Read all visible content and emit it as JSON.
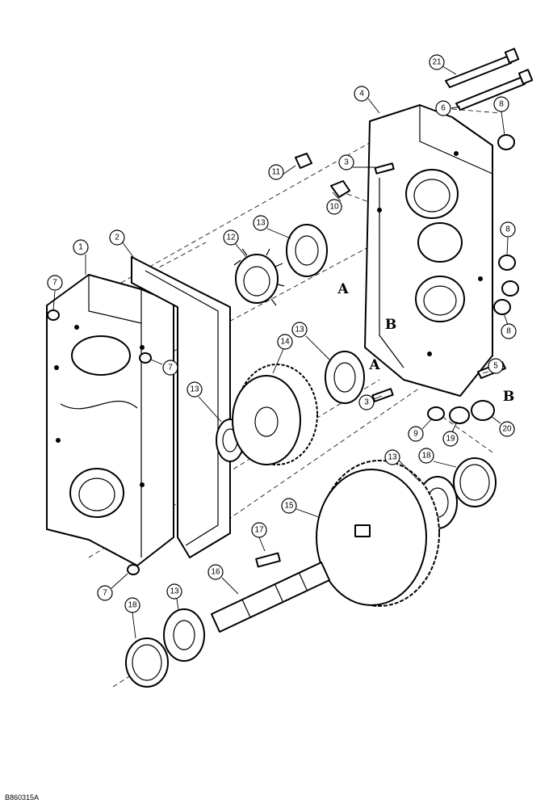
{
  "diagram": {
    "callouts": [
      "1",
      "2",
      "3",
      "3",
      "4",
      "5",
      "6",
      "7",
      "7",
      "7",
      "8",
      "8",
      "8",
      "9",
      "10",
      "11",
      "12",
      "13",
      "13",
      "13",
      "13",
      "13",
      "14",
      "15",
      "16",
      "17",
      "18",
      "18",
      "19",
      "20",
      "21"
    ],
    "letters": [
      "A",
      "A",
      "B",
      "B"
    ],
    "reference": "B860315A"
  }
}
